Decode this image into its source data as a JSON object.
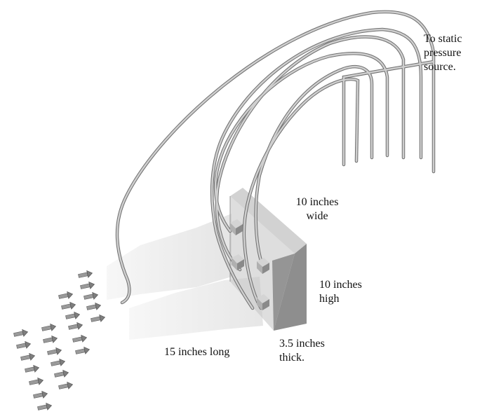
{
  "labels": {
    "static_source": [
      "To static",
      "pressure",
      "source."
    ],
    "width": [
      "10 inches",
      "wide"
    ],
    "height": [
      "10 inches",
      "high"
    ],
    "thickness": [
      "3.5 inches",
      "thick."
    ],
    "length": "15 inches long"
  },
  "colors": {
    "tube": "#c9c9c9",
    "tube_edge": "#6e6e6e",
    "box_front": "#8a8a8a",
    "box_side": "#b8b8b8",
    "box_top": "#d6d6d6",
    "arrow": "#8c8c8c",
    "ghost": "#e9e9e9"
  },
  "icons": {
    "flow": "flow-arrow-icon",
    "port": "pressure-port-icon"
  }
}
